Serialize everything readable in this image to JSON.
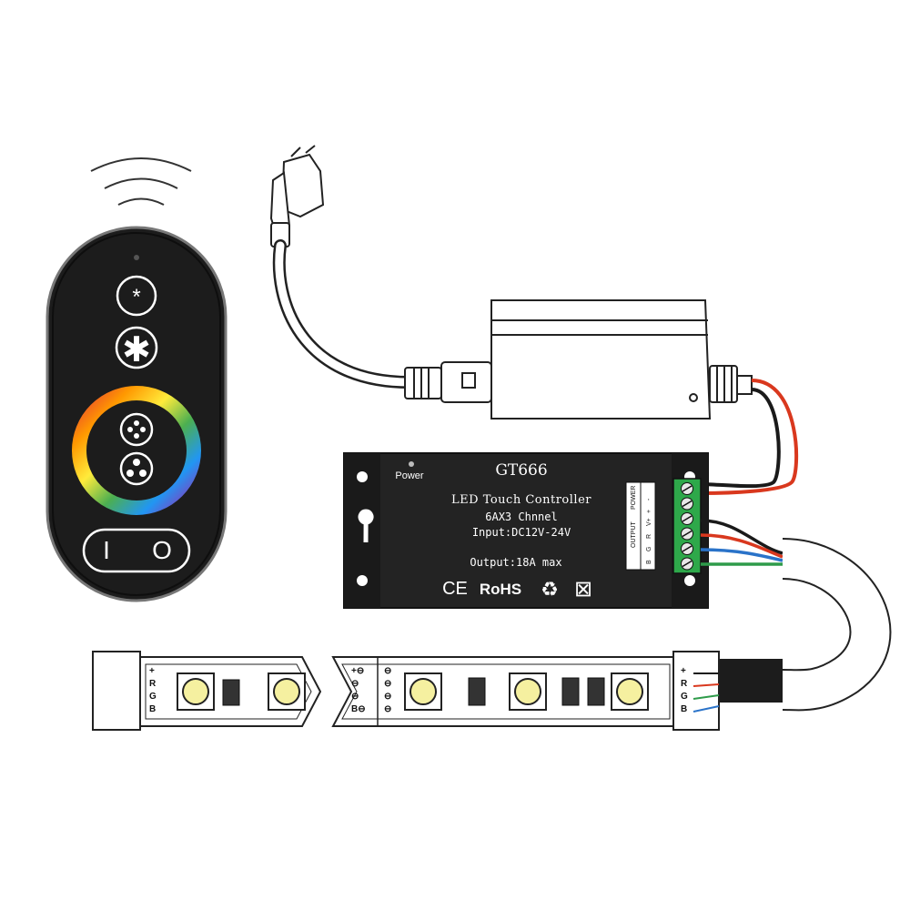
{
  "controller": {
    "model": "GT666",
    "power_label": "Power",
    "title": "LED Touch Controller",
    "channels": "6AX3 Chnnel",
    "input": "Input:DC12V-24V",
    "output": "Output:18A max",
    "cert_ce": "CE",
    "cert_rohs": "RoHS",
    "recycle_symbol": "♻",
    "weee_symbol": "⊠",
    "terminal_output_label": "OUTPUT",
    "terminal_power_label": "POWER",
    "terminal_pins": [
      "B",
      "G",
      "R",
      "V+",
      "+",
      "-"
    ],
    "body_color": "#232323"
  },
  "remote": {
    "buttons": [
      {
        "name": "brightness-down-button",
        "icon": "small-sun-icon"
      },
      {
        "name": "brightness-up-button",
        "icon": "large-sun-icon"
      },
      {
        "name": "mode-button-1",
        "icon": "four-dot-icon"
      },
      {
        "name": "mode-button-2",
        "icon": "three-dot-icon"
      }
    ],
    "switch_on": "I",
    "switch_off": "O",
    "body_color": "#141414"
  },
  "strip": {
    "left_pins": [
      "+",
      "R",
      "G",
      "B"
    ],
    "middle_pins_left": [
      "+⊖",
      "⊖",
      "⊖",
      "B⊖"
    ],
    "middle_pins_right": [
      "⊖",
      "⊖",
      "⊖",
      "⊖"
    ],
    "right_pins": [
      "+",
      "R",
      "G",
      "B"
    ],
    "led_color": "#f5f0a0"
  },
  "wires": {
    "red": "#d9381e",
    "green": "#2e9b4a",
    "blue": "#2a73c9",
    "black": "#1a1a1a"
  }
}
